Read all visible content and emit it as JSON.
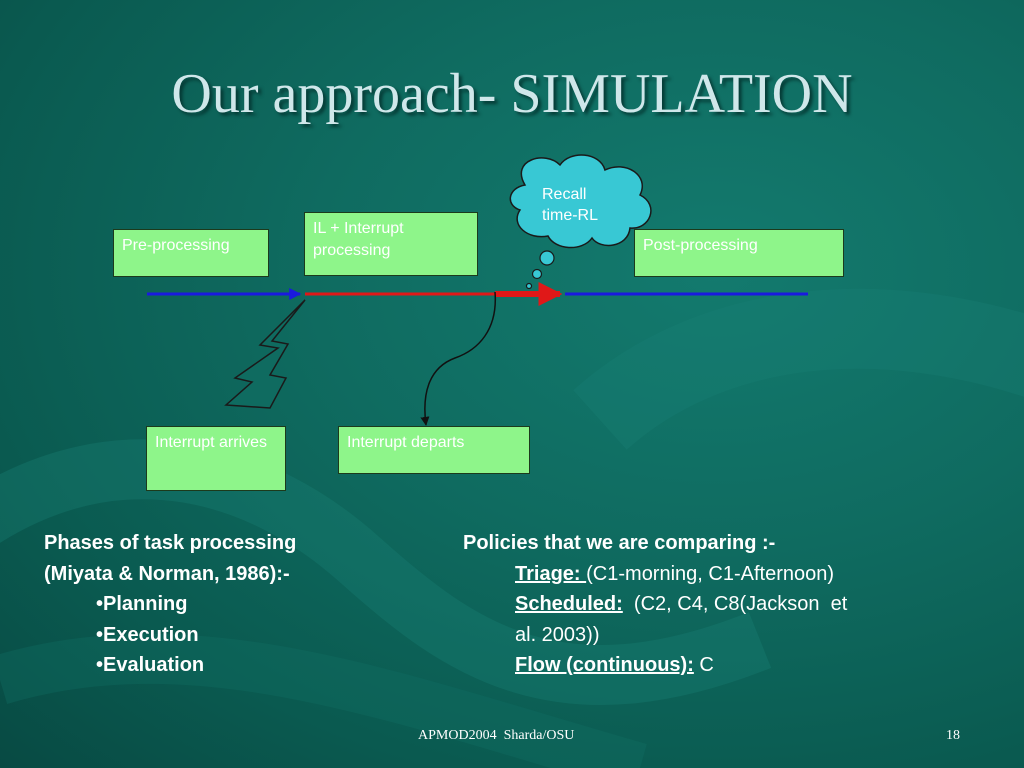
{
  "title": "Our approach- SIMULATION",
  "diagram": {
    "boxes": {
      "pre_processing": "Pre-processing",
      "il_interrupt": "IL + Interrupt processing",
      "post_processing": "Post-processing",
      "interrupt_arrives": "Interrupt arrives",
      "interrupt_departs": "Interrupt departs"
    },
    "cloud": "Recall time-RL"
  },
  "left": {
    "heading_line1": "Phases of task processing",
    "heading_line2": "(Miyata & Norman, 1986):-",
    "items": [
      "Planning",
      "Execution",
      "Evaluation"
    ],
    "bullet": "•"
  },
  "right": {
    "heading": "Policies that we are comparing :-",
    "triage_label": "Triage: ",
    "triage_value": "(C1-morning, C1-Afternoon)",
    "scheduled_label": "Scheduled:",
    "scheduled_value": "  (C2, C4, C8(Jackson  et",
    "scheduled_cont": "al. 2003))",
    "flow_label": "Flow (continuous):",
    "flow_value": " C"
  },
  "footer": {
    "center": "APMOD2004  Sharda/OSU",
    "page": "18"
  },
  "colors": {
    "background": "#0f6b60",
    "box_fill": "#8ef58a",
    "cloud_fill": "#38c8d4",
    "timeline_blue": "#1a1adf",
    "timeline_red": "#e01818"
  }
}
